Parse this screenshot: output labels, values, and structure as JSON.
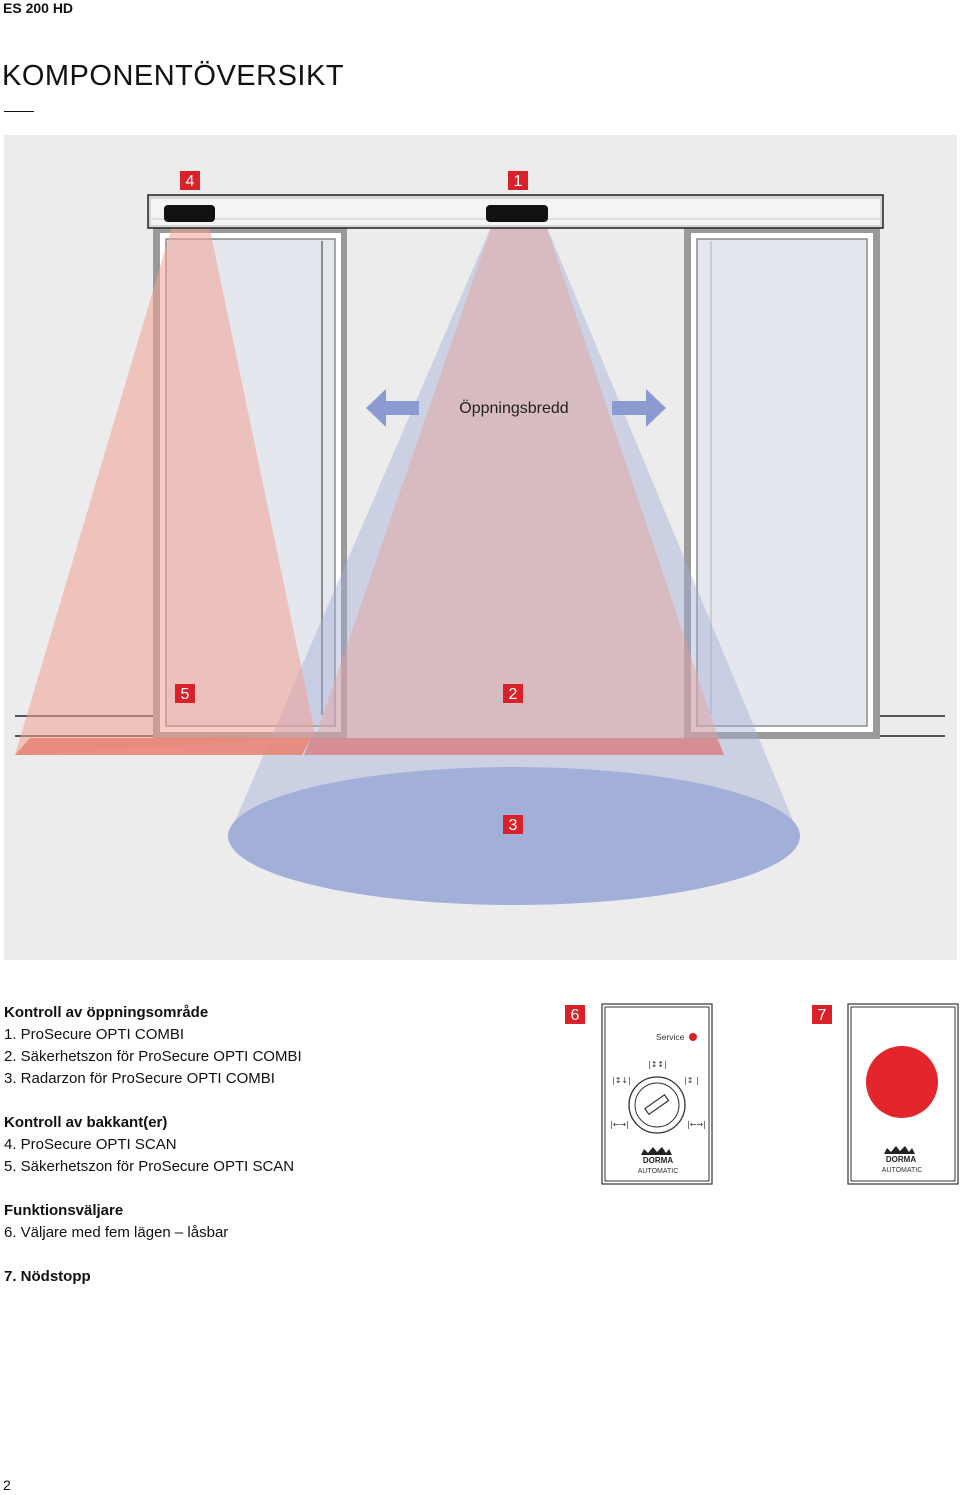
{
  "header": {
    "product_code": "ES 200 HD"
  },
  "page": {
    "title": "KOMPONENTÖVERSIKT",
    "number": "2"
  },
  "figure": {
    "opening_width_label": "Öppningsbredd",
    "markers": [
      "4",
      "1",
      "5",
      "2",
      "3"
    ]
  },
  "legend": [
    {
      "heading": "Kontroll av öppningsområde",
      "items": [
        "1. ProSecure OPTI COMBI",
        "2. Säkerhetszon för ProSecure OPTI COMBI",
        "3. Radarzon för ProSecure OPTI COMBI"
      ]
    },
    {
      "heading": "Kontroll av bakkant(er)",
      "items": [
        "4. ProSecure OPTI SCAN",
        "5. Säkerhetszon för ProSecure OPTI SCAN"
      ]
    },
    {
      "heading": "Funktionsväljare",
      "items": [
        "6. Väljare med fem lägen – låsbar"
      ]
    },
    {
      "heading": "7. Nödstopp",
      "items": []
    }
  ],
  "panel6": {
    "marker": "6",
    "service_label": "Service",
    "brand": "DORMA",
    "brand_sub": "AUTOMATIC"
  },
  "panel7": {
    "marker": "7",
    "brand": "DORMA",
    "brand_sub": "AUTOMATIC"
  },
  "colors": {
    "marker_red": "#d9212a",
    "sensor_zone_pink": "#f0a49a",
    "radar_zone_blue": "#a4b0d8",
    "background_grey": "#ececec",
    "emergency_red": "#e3262c"
  }
}
